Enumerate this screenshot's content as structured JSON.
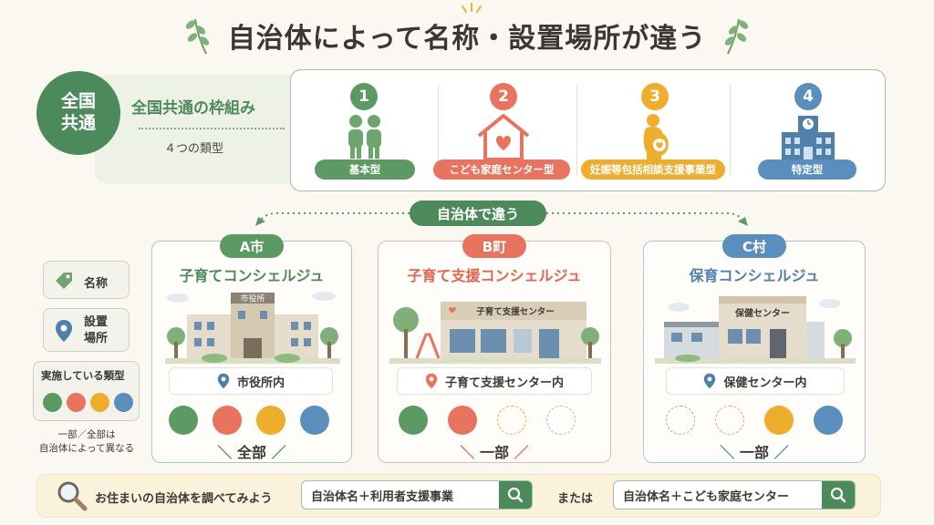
{
  "title": "自治体によって名称・設置場所が違う",
  "common": {
    "badge_line1": "全国",
    "badge_line2": "共通",
    "heading": "全国共通の枠組み",
    "subheading": "４つの類型"
  },
  "types": [
    {
      "number": "1",
      "label": "基本型",
      "color": "#5c9a63"
    },
    {
      "number": "2",
      "label": "こども家庭センター型",
      "color": "#e8735e"
    },
    {
      "number": "3",
      "label": "妊娠等包括相談支援事業型",
      "color": "#efad2e"
    },
    {
      "number": "4",
      "label": "特定型",
      "color": "#5a8ebc"
    }
  ],
  "connector_label": "自治体で違う",
  "legend": {
    "name_label": "名称",
    "place_line1": "設置",
    "place_line2": "場所",
    "types_label": "実施している類型",
    "note_line1": "一部／全部は",
    "note_line2": "自治体によって異なる"
  },
  "municipalities": [
    {
      "tag": "A市",
      "name": "子育てコンシェルジュ",
      "building_sign": "市役所",
      "location": "市役所内",
      "coverage": "全部",
      "accent": "#5c9a63",
      "implemented": [
        true,
        true,
        true,
        true
      ]
    },
    {
      "tag": "B町",
      "name": "子育て支援コンシェルジュ",
      "building_sign": "子育て支援センター",
      "location": "子育て支援センター内",
      "coverage": "一部",
      "accent": "#e8735e",
      "implemented": [
        true,
        true,
        false,
        false
      ]
    },
    {
      "tag": "C村",
      "name": "保育コンシェルジュ",
      "building_sign": "保健センター",
      "location": "保健センター内",
      "coverage": "一部",
      "accent": "#5a8ebc",
      "implemented": [
        false,
        false,
        true,
        true
      ]
    }
  ],
  "search": {
    "prompt": "お住まいの自治体を調べてみよう",
    "query1": "自治体名＋利用者支援事業",
    "or_label": "または",
    "query2": "自治体名＋こども家庭センター"
  },
  "colors": {
    "green": "#5c9a63",
    "red": "#e8735e",
    "yellow": "#efad2e",
    "blue": "#5a8ebc",
    "dark_green": "#4d8a5b"
  }
}
